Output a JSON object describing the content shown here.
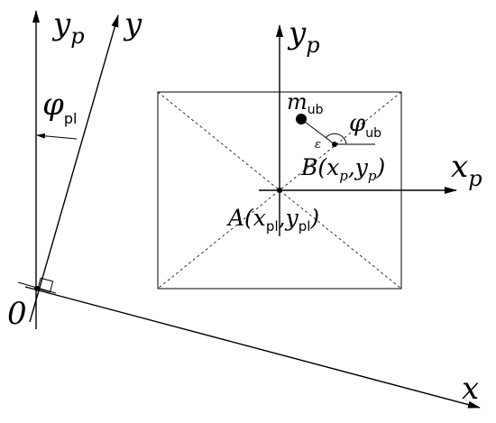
{
  "labels": {
    "yp_left": {
      "main": "y",
      "sub": "p"
    },
    "y_rot": "y",
    "phi_pl": {
      "main": "φ",
      "sub": "pl"
    },
    "origin": "0",
    "x_rot": "x",
    "yp_center": {
      "main": "y",
      "sub": "p"
    },
    "xp": {
      "main": "x",
      "sub": "p"
    },
    "m_ub": {
      "main": "m",
      "sub": "ub"
    },
    "phi_ub": {
      "main": "φ",
      "sub": "ub"
    },
    "epsilon": "ε",
    "point_B": {
      "prefix": "B(x",
      "s1": "p",
      "mid": ",y",
      "s2": "p",
      "suffix": ")"
    },
    "point_A": {
      "prefix": "A(x",
      "s1": "pl",
      "mid": ",y",
      "s2": "pl",
      "suffix": ")"
    }
  }
}
